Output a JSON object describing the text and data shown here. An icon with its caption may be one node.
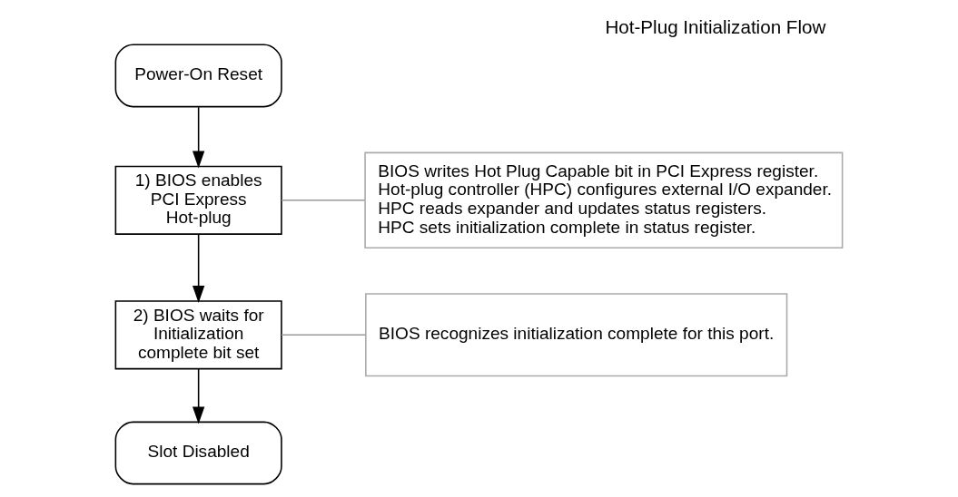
{
  "diagram": {
    "title": "Hot-Plug Initialization Flow",
    "nodes": [
      {
        "text": [
          "Power-On Reset"
        ]
      },
      {
        "text": [
          "1) BIOS enables PCI Express Hot-plug"
        ]
      },
      {
        "text": [
          "2) BIOS waits for Initialization complete bit set"
        ]
      },
      {
        "text": [
          "Slot Disabled"
        ]
      },
      {
        "text": [
          "BIOS writes Hot Plug Capable bit in PCI Express register.",
          "Hot-plug controller (HPC) configures external I/O expander.",
          "HPC reads expander and updates status registers.",
          "HPC sets initialization complete in status register."
        ]
      },
      {
        "text": [
          "BIOS recognizes initialization complete for this port."
        ]
      }
    ],
    "edges": [
      {
        "from": 0,
        "to": 1,
        "arrow": "to"
      },
      {
        "from": 1,
        "to": 2,
        "arrow": "to"
      },
      {
        "from": 2,
        "to": 3,
        "arrow": "to"
      },
      {
        "from": 1,
        "to": 4,
        "arrow": "none",
        "color": "#999999"
      },
      {
        "from": 2,
        "to": 5,
        "arrow": "none",
        "color": "#999999"
      }
    ]
  }
}
